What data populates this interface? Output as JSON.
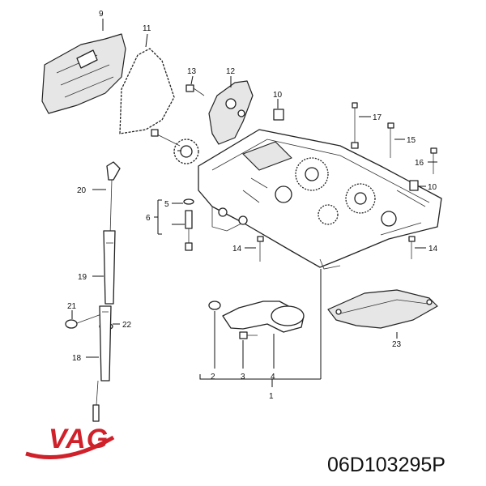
{
  "brand": {
    "name": "VAG",
    "color": "#d0202a"
  },
  "part_number": "06D103295P",
  "callouts": {
    "c1": "1",
    "c2": "2",
    "c3": "3",
    "c4": "4",
    "c5": "5",
    "c6": "6",
    "c9": "9",
    "c10a": "10",
    "c10b": "10",
    "c11": "11",
    "c12": "12",
    "c13": "13",
    "c14a": "14",
    "c14b": "14",
    "c15": "15",
    "c16": "16",
    "c17": "17",
    "c18": "18",
    "c19": "19",
    "c20": "20",
    "c21": "21",
    "c22": "22",
    "c23": "23"
  }
}
